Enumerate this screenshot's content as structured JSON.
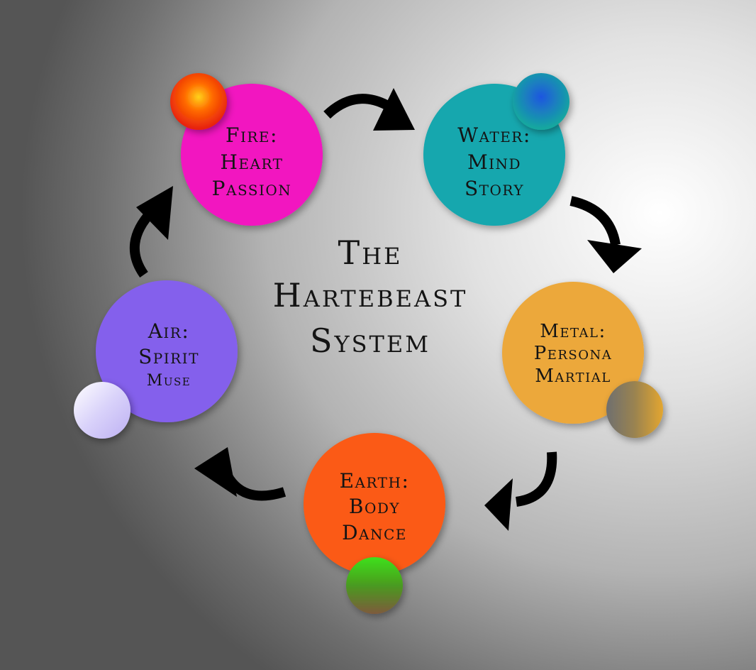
{
  "title": {
    "lines": [
      "The",
      "Hartebeast",
      "System"
    ]
  },
  "colors": {
    "arrow": "#000000",
    "text": "#141414"
  },
  "elements": [
    {
      "key": "fire",
      "lines": [
        "Fire:",
        "Heart",
        "Passion"
      ],
      "color": "#f213c0",
      "orb_colors": [
        "#ffd21a",
        "#ff6a00",
        "#e8240c"
      ]
    },
    {
      "key": "water",
      "lines": [
        "Water:",
        "Mind",
        "Story"
      ],
      "color": "#13a7ae",
      "orb_colors": [
        "#1a56e0",
        "#1a7fbf",
        "#17a79f"
      ]
    },
    {
      "key": "metal",
      "lines": [
        "Metal:",
        "Persona",
        "Martial"
      ],
      "color": "#eca83b",
      "orb_colors": [
        "#6f6f6f",
        "#9a8350",
        "#e3a630"
      ]
    },
    {
      "key": "earth",
      "lines": [
        "Earth:",
        "Body",
        "Dance"
      ],
      "color": "#fb5a12",
      "orb_colors": [
        "#3ee11a",
        "#4a9a20",
        "#7e5a3c"
      ]
    },
    {
      "key": "air",
      "lines": [
        "Air:",
        "Spirit",
        "Muse"
      ],
      "color": "#8460ec",
      "orb_colors": [
        "#ffffff",
        "#d9d2fa",
        "#bdb0f2"
      ]
    }
  ]
}
